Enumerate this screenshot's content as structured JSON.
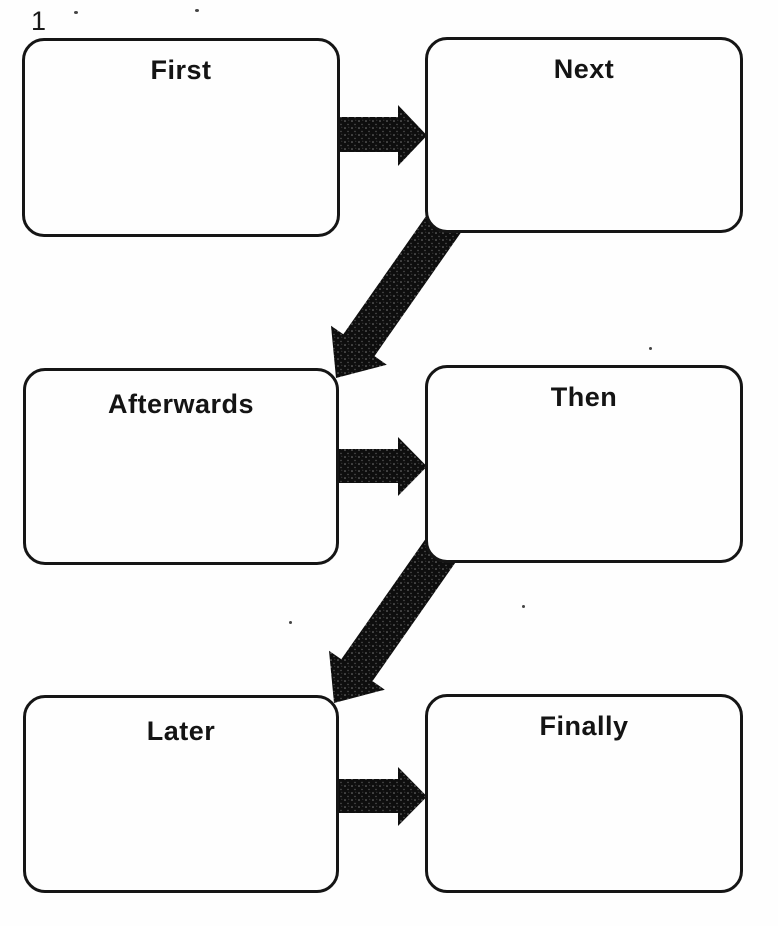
{
  "page": {
    "number": "1"
  },
  "diagram": {
    "type": "sequence-graphic-organizer",
    "boxes": [
      {
        "id": "first",
        "label": "First"
      },
      {
        "id": "next",
        "label": "Next"
      },
      {
        "id": "afterwards",
        "label": "Afterwards"
      },
      {
        "id": "then",
        "label": "Then"
      },
      {
        "id": "later",
        "label": "Later"
      },
      {
        "id": "finally",
        "label": "Finally"
      }
    ],
    "connectors": [
      {
        "from": "First",
        "to": "Next",
        "shape": "horizontal-arrow"
      },
      {
        "from": "Next",
        "to": "Afterwards",
        "shape": "diagonal-arrow"
      },
      {
        "from": "Afterwards",
        "to": "Then",
        "shape": "horizontal-arrow"
      },
      {
        "from": "Then",
        "to": "Later",
        "shape": "diagonal-arrow"
      },
      {
        "from": "Later",
        "to": "Finally",
        "shape": "horizontal-arrow"
      }
    ]
  },
  "colors": {
    "ink": "#141414",
    "paper": "#fefefe"
  }
}
